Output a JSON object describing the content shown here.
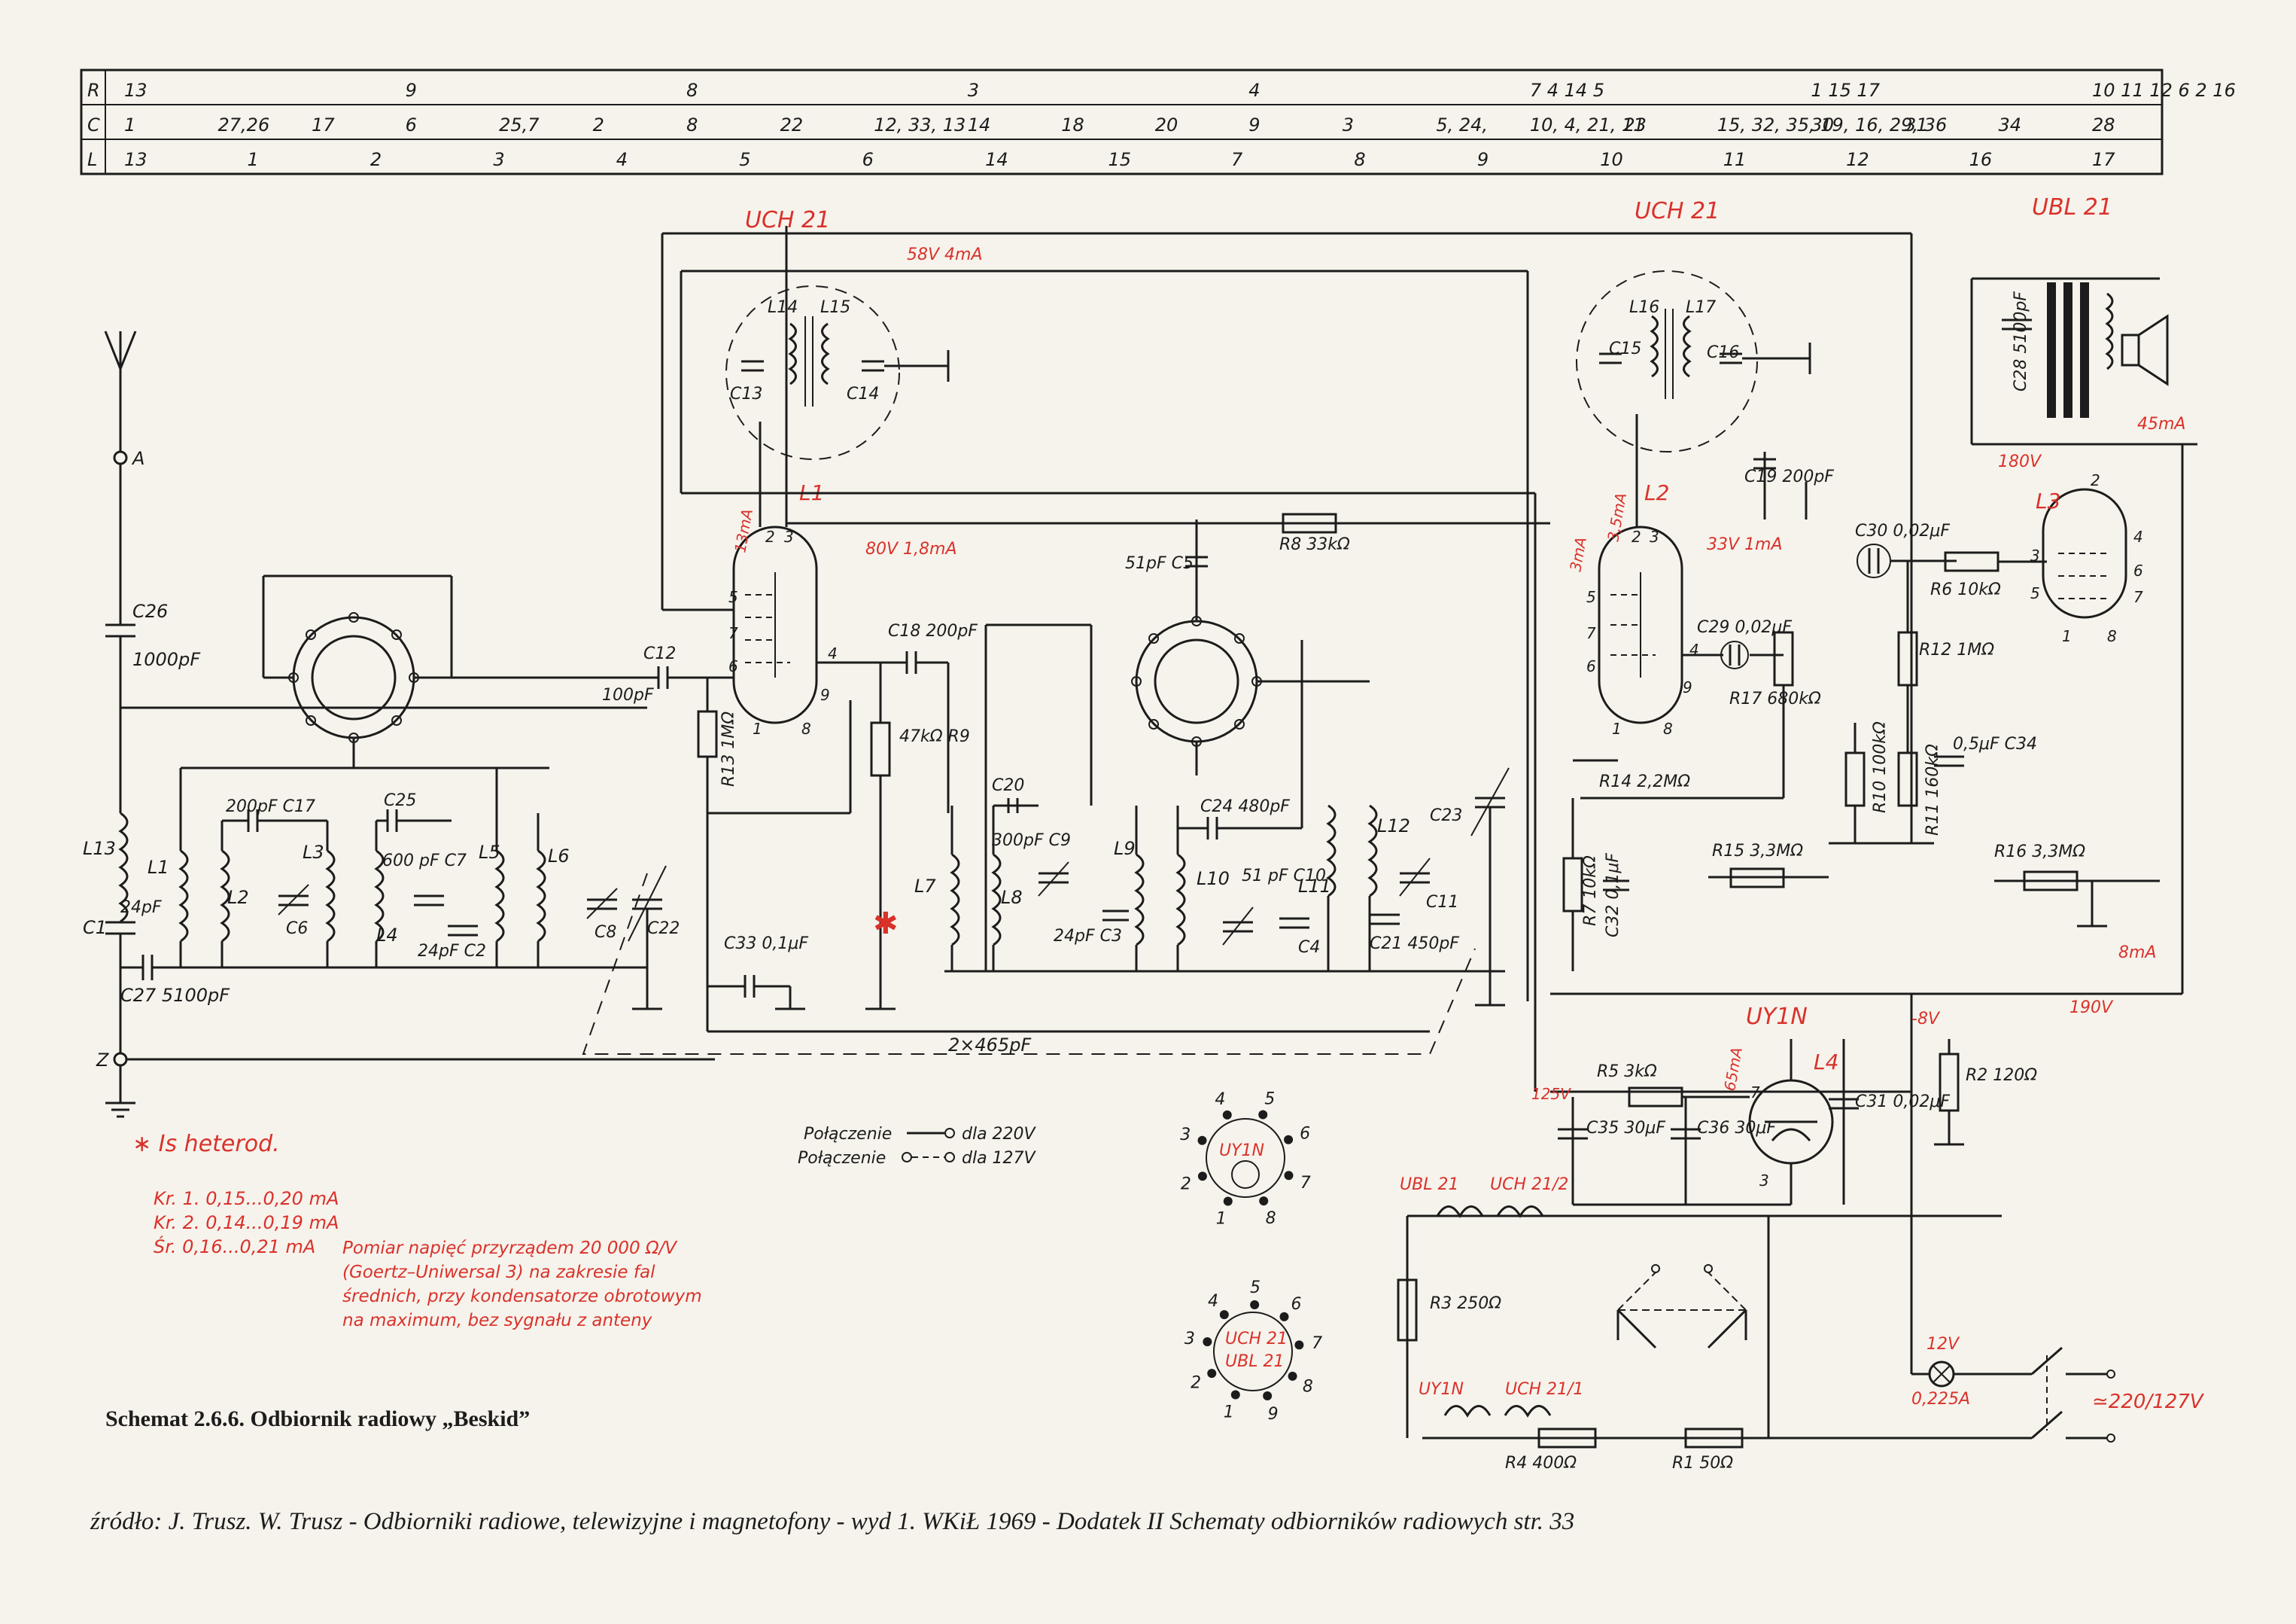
{
  "index_table": {
    "rows": [
      {
        "key": "R",
        "values": [
          "13",
          "9",
          "8",
          "3",
          "4",
          "7 4 14 5",
          "1 15 17",
          "10 11 12 6 2 16"
        ]
      },
      {
        "key": "C",
        "values": [
          "1",
          "27,26",
          "17",
          "6",
          "25,7",
          "2",
          "8",
          "22",
          "12, 33, 13",
          "14",
          "18",
          "20",
          "9",
          "3",
          "5, 24,",
          "10, 4, 21, 11",
          "23",
          "15, 32, 35, 19, 16, 29, 36",
          "30",
          "31",
          "34",
          "28"
        ]
      },
      {
        "key": "L",
        "values": [
          "13",
          "1",
          "2",
          "3",
          "4",
          "5",
          "6",
          "14",
          "15",
          "7",
          "8",
          "9",
          "10",
          "11",
          "12",
          "16",
          "17"
        ]
      }
    ]
  },
  "tubes": {
    "mixer": {
      "type": "UCH 21",
      "coil": "L1",
      "current": "13mA",
      "pins": [
        "1",
        "2",
        "3",
        "4",
        "5",
        "6",
        "7",
        "8",
        "9"
      ]
    },
    "if_amp": {
      "type": "UCH 21",
      "coil": "L2",
      "current_a": "3mA",
      "current_b": "3,5mA"
    },
    "output": {
      "type": "UBL 21",
      "coil": "L3",
      "current": "45mA"
    },
    "rectifier": {
      "type": "UY1N",
      "coil": "L4",
      "current": "65mA"
    }
  },
  "voltages": {
    "v58": "58V 4mA",
    "v80": "80V 1,8mA",
    "v33": "33V 1mA",
    "v180": "180V",
    "v190": "190V",
    "v125": "125V",
    "m8": "-8V",
    "i8": "8mA"
  },
  "components": {
    "C26": "C26",
    "C26v": "1000pF",
    "C12": "C12",
    "C12v": "100pF",
    "C18": "C18 200pF",
    "C5": "51pF C5",
    "R8": "R8 33kΩ",
    "R13": "R13 1MΩ",
    "R9": "47kΩ R9",
    "C33": "C33 0,1μF",
    "C27": "C27 5100pF",
    "C1": "C1",
    "L13": "L13",
    "C17": "200pF C17",
    "C25": "C25",
    "C7": "600 pF C7",
    "C2": "24pF C2",
    "C20": "C20",
    "C9": "300pF C9",
    "C3": "24pF C3",
    "C24": "C24 480pF",
    "C10": "51 pF C10",
    "C4": "C4",
    "C21": "C21 450pF",
    "C23": "C23",
    "C11": "C11",
    "L12": "L12",
    "C22": "C22",
    "C8": "C8",
    "C6": "C6",
    "C13": "C13",
    "C14": "C14",
    "L14": "L14",
    "L15": "L15",
    "C15": "C15",
    "C16": "C16",
    "L16": "L16",
    "L17": "L17",
    "C19": "C19 200pF",
    "C29": "C29 0,02μF",
    "R17": "R17 680kΩ",
    "R14": "R14 2,2MΩ",
    "R7": "R7 10kΩ",
    "C32": "C32 0,1μF",
    "R15": "R15 3,3MΩ",
    "R10": "R10 100kΩ",
    "R11": "R11 160kΩ",
    "C34": "0,5μF C34",
    "R16": "R16 3,3MΩ",
    "C30": "C30 0,02μF",
    "R6": "R6 10kΩ",
    "R12": "R12 1MΩ",
    "C28": "C28 5100pF",
    "R5": "R5 3kΩ",
    "C35": "C35 30μF",
    "C36": "C36 30μF",
    "C31": "C31 0,02μF",
    "R2": "R2 120Ω",
    "R3": "R3 250Ω",
    "R4": "R4 400Ω",
    "R1": "R1 50Ω",
    "lamp": "12V 0,225A",
    "mains": "≃220/127V",
    "ganged": "2×465pF"
  },
  "antenna": {
    "A": "A",
    "Z": "Z"
  },
  "heater_chain": {
    "top": [
      "UBL 21",
      "UCH 21/2"
    ],
    "bottom": [
      "UY1N",
      "UCH 21/1"
    ]
  },
  "legend": {
    "solid": "Połączenie",
    "solid_for": "dla 220V",
    "dashed": "Połączenie",
    "dashed_for": "dla 127V"
  },
  "sockets": {
    "uy1n": {
      "label": "UY1N",
      "pins": [
        "1",
        "2",
        "3",
        "4",
        "5",
        "6",
        "7",
        "8"
      ]
    },
    "uch": {
      "label_a": "UCH 21",
      "label_b": "UBL 21",
      "pins": [
        "1",
        "2",
        "3",
        "4",
        "5",
        "6",
        "7",
        "8",
        "9"
      ]
    }
  },
  "heterodyne": {
    "title": "∗ Is heterod.",
    "rows": [
      "Kr. 1.  0,15...0,20 mA",
      "Kr. 2.  0,14...0,19 mA",
      "Śr.      0,16...0,21 mA"
    ]
  },
  "measurement_note": [
    "Pomiar napięć przyrządem 20 000 Ω/V",
    "(Goertz–Uniwersal 3) na zakresie fal",
    "średnich, przy kondensatorze obrotowym",
    "na maximum, bez sygnału z anteny"
  ],
  "caption": "Schemat 2.6.6. Odbiornik radiowy „Beskid”",
  "source": "źródło: J. Trusz. W. Trusz - Odbiorniki radiowe, telewizyjne i magnetofony - wyd 1. WKiŁ 1969 - Dodatek II Schematy odbiorników radiowych str. 33",
  "colors": {
    "paper": "#f6f3ec",
    "ink": "#1c1c1c",
    "annotation_red": "#d9322b"
  }
}
